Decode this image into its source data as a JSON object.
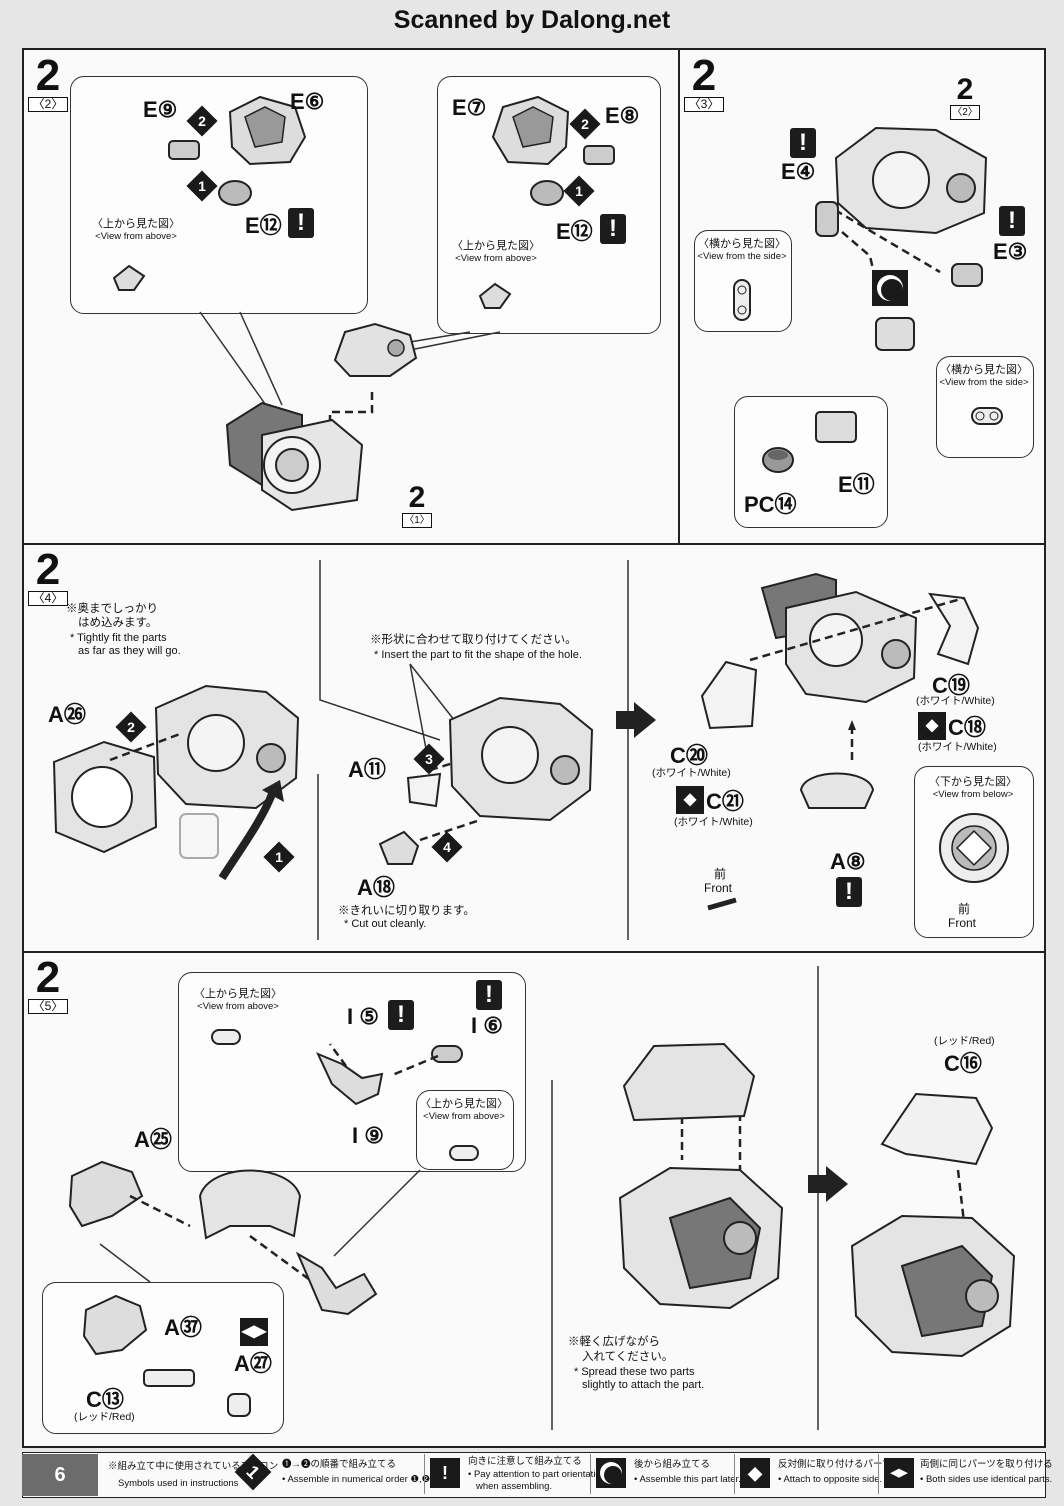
{
  "banner": "Scanned by Dalong.net",
  "page_number": "6",
  "steps": {
    "s2_2": {
      "num": "2",
      "sub": "〈2〉"
    },
    "s2_3": {
      "num": "2",
      "sub": "〈3〉"
    },
    "s2_4": {
      "num": "2",
      "sub": "〈4〉"
    },
    "s2_5": {
      "num": "2",
      "sub": "〈5〉"
    },
    "ref_2_1": {
      "num": "2",
      "sub": "〈1〉"
    },
    "ref_2_2": {
      "num": "2",
      "sub": "〈2〉"
    }
  },
  "views": {
    "above_jp": "〈上から見た図〉",
    "above_en": "<View from above>",
    "side_jp": "〈横から見た図〉",
    "side_en": "<View from the side>",
    "below_jp": "〈下から見た図〉",
    "below_en": "<View from below>"
  },
  "parts": {
    "E9": "E⑨",
    "E6": "E⑥",
    "E12": "E⑫",
    "E7": "E⑦",
    "E8": "E⑧",
    "E4": "E④",
    "E3": "E③",
    "E11": "E⑪",
    "PC14": "PC⑭",
    "A26": "A㉖",
    "A11": "A⑪",
    "A18": "A⑱",
    "A8": "A⑧",
    "C20": "C⑳",
    "C21": "C㉑",
    "C19": "C⑲",
    "C18": "C⑱",
    "I5": "I ⑤",
    "I6": "I ⑥",
    "I9": "I ⑨",
    "A25": "A㉕",
    "A37": "A㊲",
    "A27": "A㉗",
    "C13": "C⑬",
    "C16": "C⑯"
  },
  "colors_text": {
    "white": "(ホワイト/White)",
    "white_b": "ホワイト/White",
    "red": "(レッド/Red)"
  },
  "notes": {
    "tight_jp1": "※奥までしっかり",
    "tight_jp2": "はめ込みます。",
    "tight_en1": "* Tightly fit the parts",
    "tight_en2": "as far as they will go.",
    "shape_jp": "※形状に合わせて取り付けてください。",
    "shape_en": "* Insert the part to fit the shape of the hole.",
    "cut_jp": "※きれいに切り取ります。",
    "cut_en": "* Cut out cleanly.",
    "front_jp": "前",
    "front_en": "Front",
    "spread_jp1": "※軽く広げながら",
    "spread_jp2": "入れてください。",
    "spread_en1": "* Spread these two parts",
    "spread_en2": "slightly to attach the part."
  },
  "legend": {
    "title_jp": "※組み立て中に使用されているアイコン",
    "title_en": "Symbols used in instructions",
    "items": [
      {
        "icon": "numbered-order-icon",
        "jp": "❶→❷の順番で組み立てる",
        "en": "• Assemble in numerical order ❶,❷…"
      },
      {
        "icon": "attention-icon",
        "jp": "向きに注意して組み立てる",
        "en1": "• Pay attention to part orientation",
        "en2": "when assembling."
      },
      {
        "icon": "later-assembly-icon",
        "jp": "後から組み立てる",
        "en": "• Assemble this part later."
      },
      {
        "icon": "opposite-side-icon",
        "jp": "反対側に取り付けるパーツ",
        "en": "• Attach to opposite side."
      },
      {
        "icon": "both-sides-icon",
        "jp": "両側に同じパーツを取り付ける",
        "en": "• Both sides use identical parts."
      }
    ]
  },
  "icons": {
    "exclamation": "!",
    "order1": "1",
    "order2": "2",
    "order3": "3",
    "order4": "4"
  }
}
